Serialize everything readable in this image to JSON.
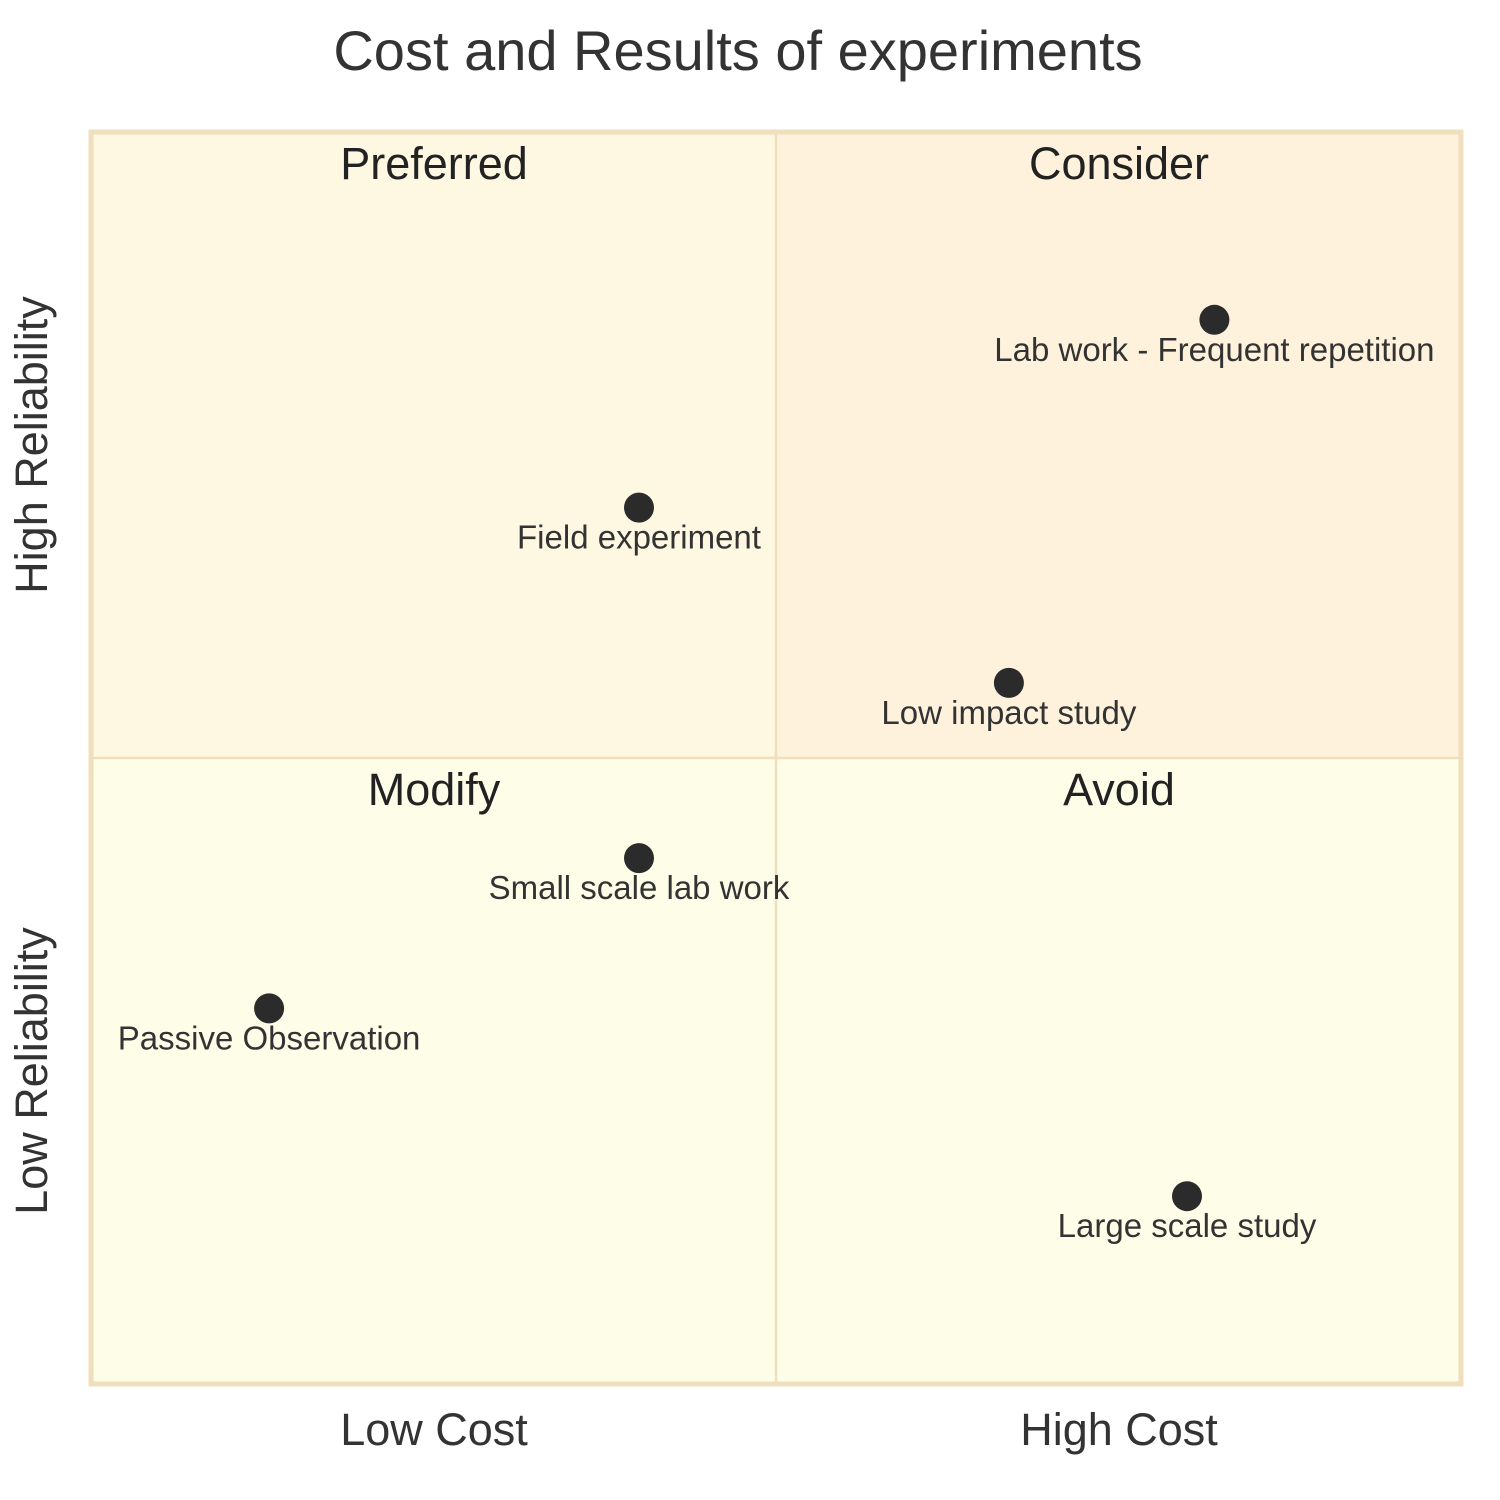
{
  "chart_data": {
    "type": "scatter",
    "title": "Cost and Results of experiments",
    "x_axis": {
      "label_low": "Low Cost",
      "label_high": "High Cost",
      "range": [
        0,
        1
      ]
    },
    "y_axis": {
      "label_low": "Low Reliability",
      "label_high": "High Reliability",
      "range": [
        0,
        1
      ]
    },
    "quadrants": {
      "top_left": {
        "label": "Preferred",
        "color": "#fef7e1"
      },
      "top_right": {
        "label": "Consider",
        "color": "#fef2dc"
      },
      "bottom_left": {
        "label": "Modify",
        "color": "#fefde8"
      },
      "bottom_right": {
        "label": "Avoid",
        "color": "#fefde8"
      }
    },
    "border_color": "#f0dfbd",
    "point_color": "#2b2b2b",
    "points": [
      {
        "name": "Lab work - Frequent repetition",
        "x": 0.82,
        "y": 0.85
      },
      {
        "name": "Field experiment",
        "x": 0.4,
        "y": 0.7
      },
      {
        "name": "Low impact study",
        "x": 0.67,
        "y": 0.56
      },
      {
        "name": "Small scale lab work",
        "x": 0.4,
        "y": 0.42
      },
      {
        "name": "Passive Observation",
        "x": 0.13,
        "y": 0.3
      },
      {
        "name": "Large scale study",
        "x": 0.8,
        "y": 0.15
      }
    ]
  }
}
